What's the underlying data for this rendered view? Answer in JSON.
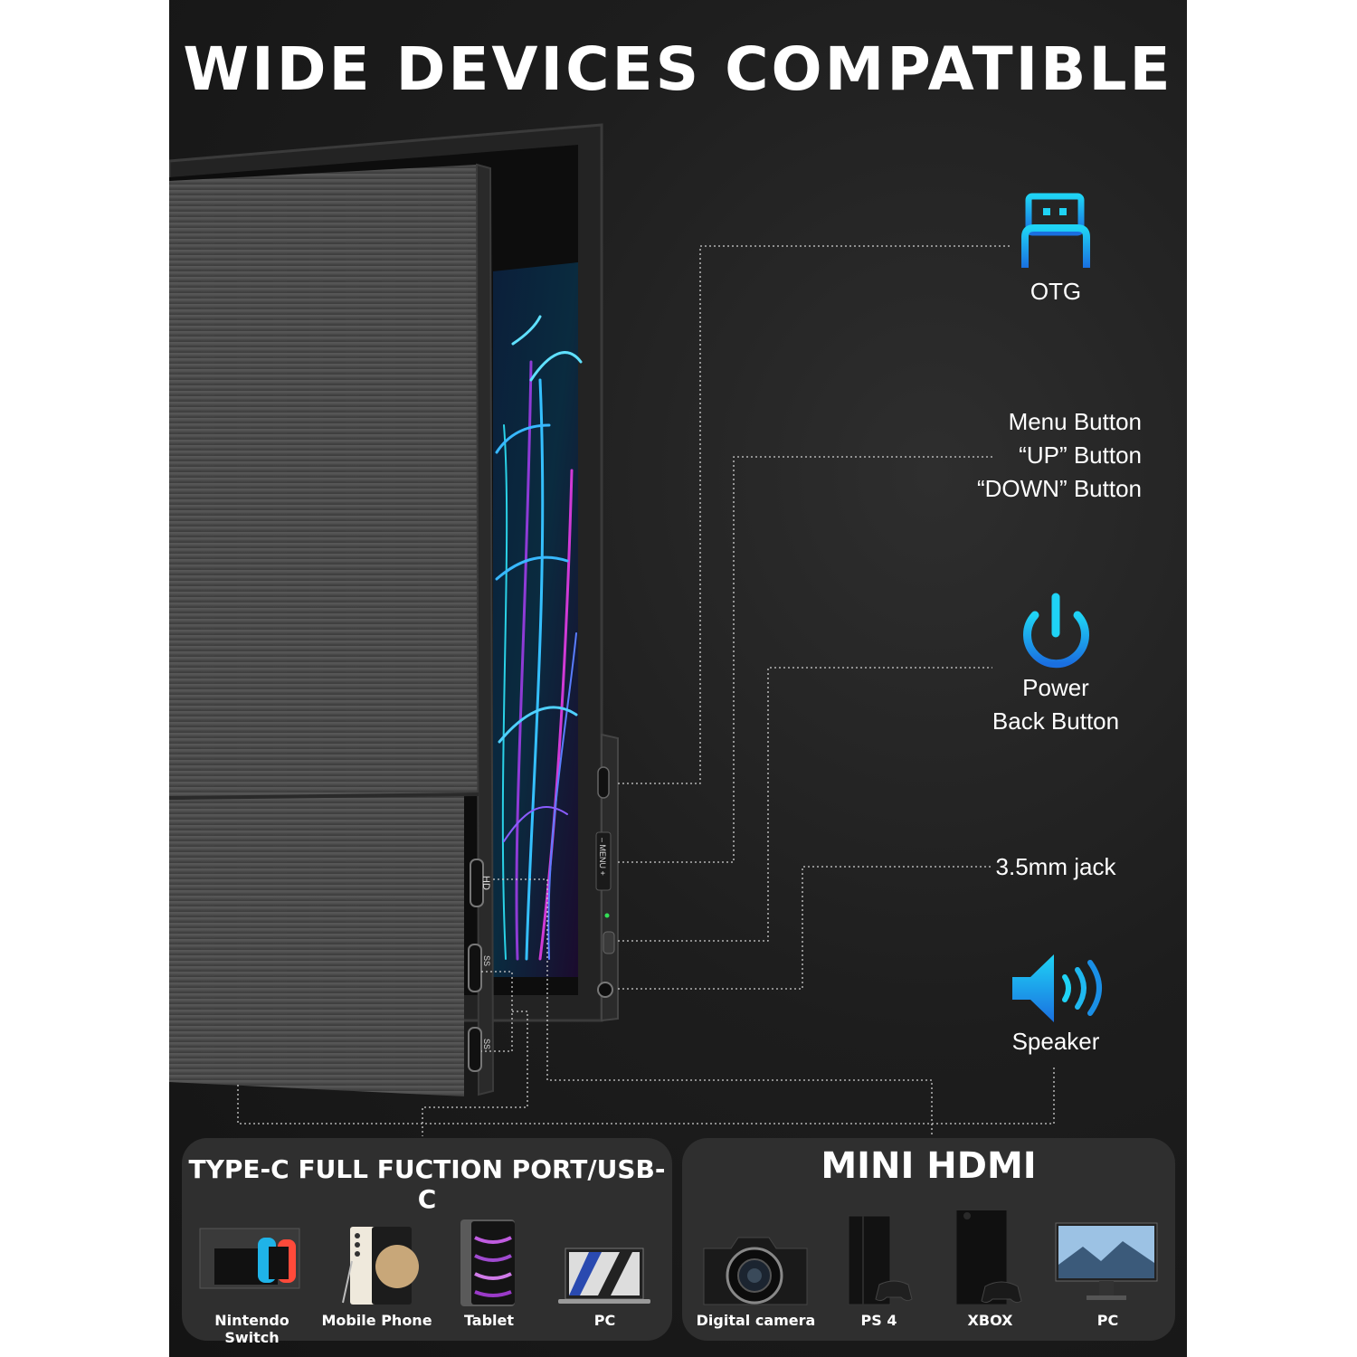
{
  "headline": "WIDE DEVICES COMPATIBLE",
  "features": {
    "otg": {
      "label": "OTG",
      "icon": "usb-icon"
    },
    "buttons": {
      "line1": "Menu Button",
      "line2": "“UP” Button",
      "line3": "“DOWN” Button"
    },
    "power": {
      "line1": "Power",
      "line2": "Back Button",
      "icon": "power-icon"
    },
    "jack": {
      "label": "3.5mm jack"
    },
    "speaker": {
      "label": "Speaker",
      "icon": "speaker-icon"
    }
  },
  "port_labels": {
    "hd": "HD",
    "ss1": "SS",
    "ss2": "SS",
    "menu": "– MENU +"
  },
  "typec_panel": {
    "title": "TYPE-C FULL FUCTION PORT/USB-C",
    "devices": [
      {
        "label": "Nintendo Switch",
        "icon": "nintendo-switch-icon"
      },
      {
        "label": "Mobile Phone",
        "icon": "phone-icon"
      },
      {
        "label": "Tablet",
        "icon": "tablet-icon"
      },
      {
        "label": "PC",
        "icon": "laptop-icon"
      }
    ]
  },
  "hdmi_panel": {
    "title": "MINI HDMI",
    "devices": [
      {
        "label": "Digital camera",
        "icon": "camera-icon"
      },
      {
        "label": "PS 4",
        "icon": "ps4-icon"
      },
      {
        "label": "XBOX",
        "icon": "xbox-icon"
      },
      {
        "label": "PC",
        "icon": "monitor-icon"
      }
    ]
  },
  "colors": {
    "background": "#1a1a1a",
    "accent": "#1ea7f0",
    "panel": "#2f2f2f",
    "text": "#ffffff"
  }
}
